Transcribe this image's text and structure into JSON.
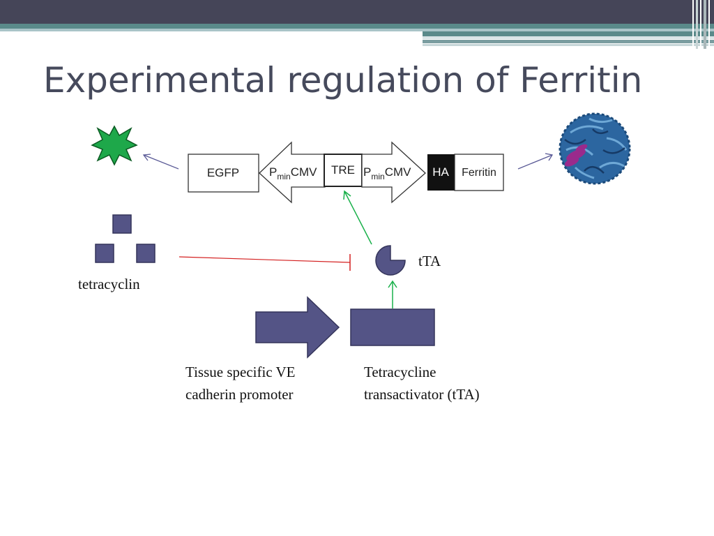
{
  "slide": {
    "title": "Experimental regulation of Ferritin"
  },
  "construct": {
    "egfp": "EGFP",
    "pmin_left": {
      "main": "P",
      "sub": "min",
      "suffix": "CMV"
    },
    "tre": "TRE",
    "pmin_right": {
      "main": "P",
      "sub": "min",
      "suffix": "CMV"
    },
    "ha": "HA",
    "ferritin": "Ferritin"
  },
  "labels": {
    "tetracyclin": "tetracyclin",
    "tta": "tTA",
    "promoter_line1": "Tissue specific VE",
    "promoter_line2": "cadherin promoter",
    "transactivator_line1": "Tetracycline",
    "transactivator_line2": "transactivator (tTA)"
  },
  "colors": {
    "header_dark": "#454558",
    "header_teal": "#5a8a8a",
    "header_teal_light": "#a9c4c8",
    "title": "#464a5c",
    "shape_fill": "#545486",
    "shape_stroke": "#34345a",
    "star_fill": "#1ea84a",
    "green_arrow": "#19b04a",
    "inhibit_line": "#d42020",
    "thin_arrow": "#5a5a96",
    "ferritin_blue": "#2c66a0",
    "ferritin_purple": "#9a2a8c"
  },
  "icons": {
    "gfp": "green-star-icon",
    "ferritin": "ferritin-protein-icon"
  }
}
